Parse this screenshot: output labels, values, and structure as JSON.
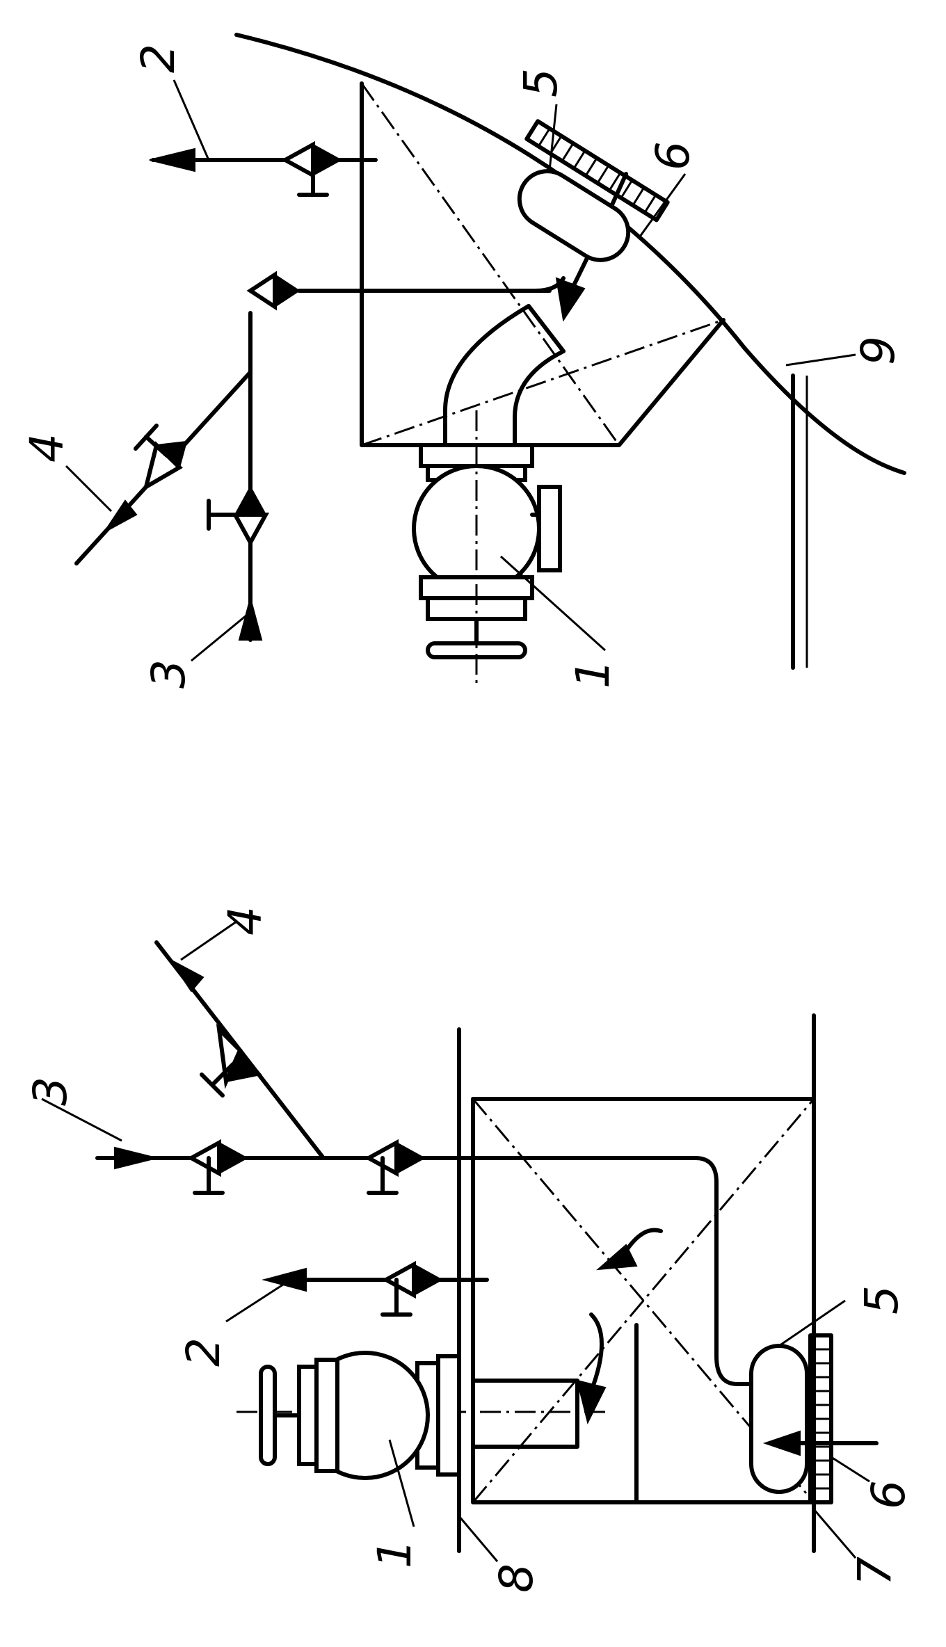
{
  "labels": {
    "pump": "1",
    "discharge": "2",
    "steam_inlet": "3",
    "air_inlet": "4",
    "bubbler": "5",
    "grating": "6",
    "bottom": "7",
    "wall": "8",
    "hull": "9"
  },
  "colors": {
    "line": "#000000",
    "background": "#ffffff"
  }
}
